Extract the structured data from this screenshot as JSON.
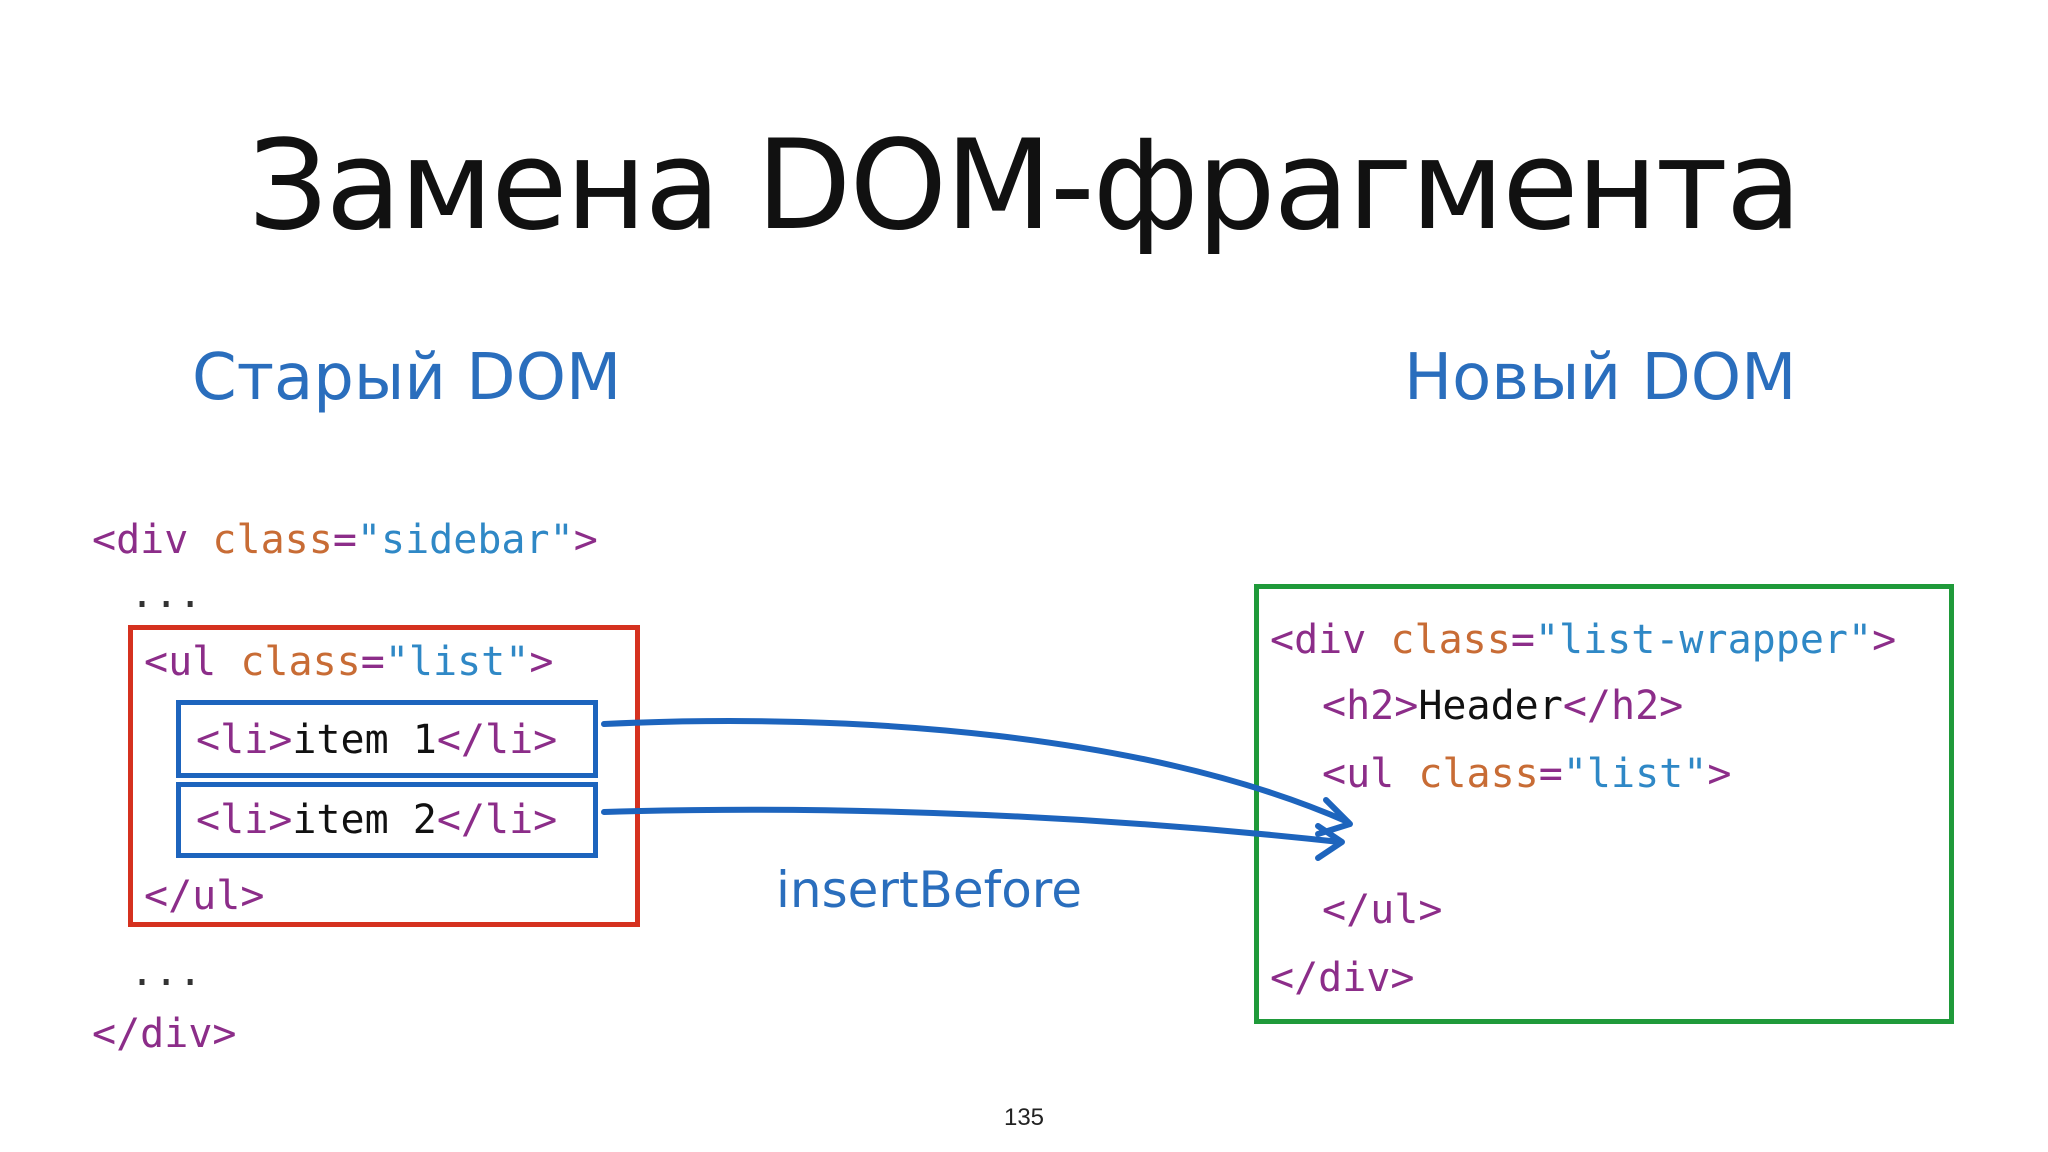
{
  "slide": {
    "title": "Замена DOM-фрагмента",
    "old_heading": "Старый DOM",
    "new_heading": "Новый DOM",
    "operation_label": "insertBefore",
    "page_number": "135"
  },
  "old_dom": {
    "line1": {
      "open": "<div ",
      "attr": "class",
      "eq": "=",
      "value": "\"sidebar\"",
      "close": ">"
    },
    "dots_top": "...",
    "ul_open": {
      "open": "<ul ",
      "attr": "class",
      "eq": "=",
      "value": "\"list\"",
      "close": ">"
    },
    "li1": {
      "open": "<li>",
      "text": "item 1",
      "close": "</li>"
    },
    "li2": {
      "open": "<li>",
      "text": "item 2",
      "close": "</li>"
    },
    "ul_close": "</ul>",
    "dots_bottom": "...",
    "div_close": "</div>"
  },
  "new_dom": {
    "line1": {
      "open": "<div ",
      "attr": "class",
      "eq": "=",
      "value": "\"list-wrapper\"",
      "close": ">"
    },
    "h2": {
      "open": "<h2>",
      "text": "Header",
      "close": "</h2>"
    },
    "ul_open": {
      "open": "<ul ",
      "attr": "class",
      "eq": "=",
      "value": "\"list\"",
      "close": ">"
    },
    "ul_close": "</ul>",
    "div_close": "</div>"
  },
  "colors": {
    "old_box": "#d5311f",
    "item_boxes": "#1d64bd",
    "new_box": "#1f9a3a",
    "arrows": "#1d64bd",
    "heading_blue": "#2a6ebd",
    "code_tag": "#8c2d89",
    "code_attr": "#c86c35",
    "code_string": "#2f88c6"
  }
}
